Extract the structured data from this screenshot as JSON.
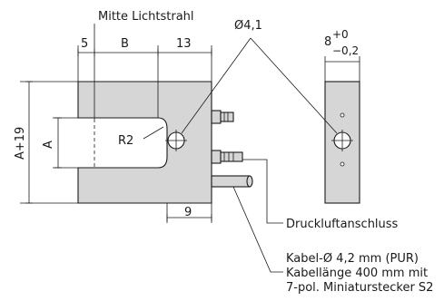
{
  "labels": {
    "mitte_lichtstrahl": "Mitte Lichtstrahl",
    "dim_5": "5",
    "dim_b": "B",
    "dim_13": "13",
    "dim_a19": "A+19",
    "dim_a": "A",
    "dim_r2": "R2",
    "dim_9": "9",
    "dim_d41": "Ø4,1",
    "tol_base": "8",
    "tol_upper": "+0",
    "tol_lower": "−0,2",
    "druckluft": "Druckluftanschluss",
    "kabel_line1": "Kabel-Ø 4,2 mm (PUR)",
    "kabel_line2": "Kabellänge 400 mm mit",
    "kabel_line3": "7-pol. Miniaturstecker S2"
  },
  "colors": {
    "part_fill": "#d6d6d6",
    "line": "#1a1a1a",
    "background": "#ffffff"
  }
}
